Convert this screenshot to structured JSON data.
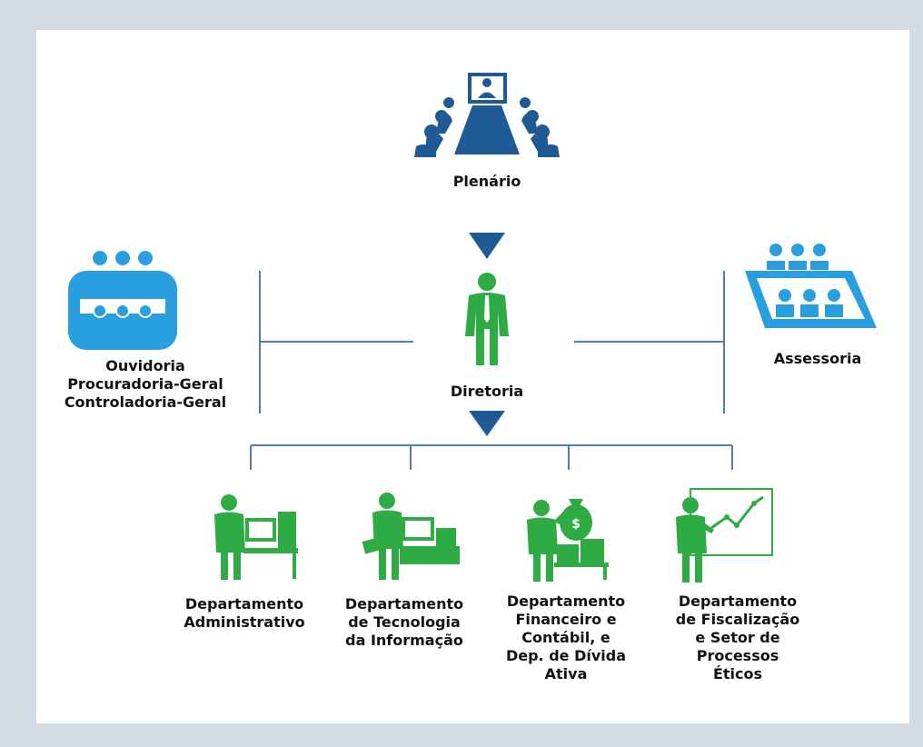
{
  "colors": {
    "page_background": "#d3dbe4",
    "card_background": "#ffffff",
    "blue": "#1f5a96",
    "light_blue": "#2a9fe0",
    "green": "#2eab43",
    "line": "#4f7fae",
    "text": "#111111"
  },
  "plenario": {
    "label": "Plenário",
    "icon": "meeting-table-icon"
  },
  "diretoria": {
    "label": "Diretoria",
    "icon": "manager-person-icon"
  },
  "ouvidoria": {
    "icon": "group-meeting-icon",
    "lines": [
      "Ouvidoria",
      "Procuradoria-Geral",
      "Controladoria-Geral"
    ]
  },
  "assessoria": {
    "label": "Assessoria",
    "icon": "audience-panel-icon"
  },
  "departments": [
    {
      "icon": "desk-computer-icon",
      "lines": [
        "Departamento",
        "Administrativo"
      ]
    },
    {
      "icon": "tech-workstation-icon",
      "lines": [
        "Departamento",
        "de Tecnologia",
        "da Informação"
      ]
    },
    {
      "icon": "money-bag-icon",
      "lines": [
        "Departamento",
        "Financeiro e",
        "Contábil, e",
        "Dep. de Dívida",
        "Ativa"
      ]
    },
    {
      "icon": "growth-chart-icon",
      "lines": [
        "Departamento",
        "de Fiscalização",
        "e Setor de",
        "Processos",
        "Éticos"
      ]
    }
  ]
}
